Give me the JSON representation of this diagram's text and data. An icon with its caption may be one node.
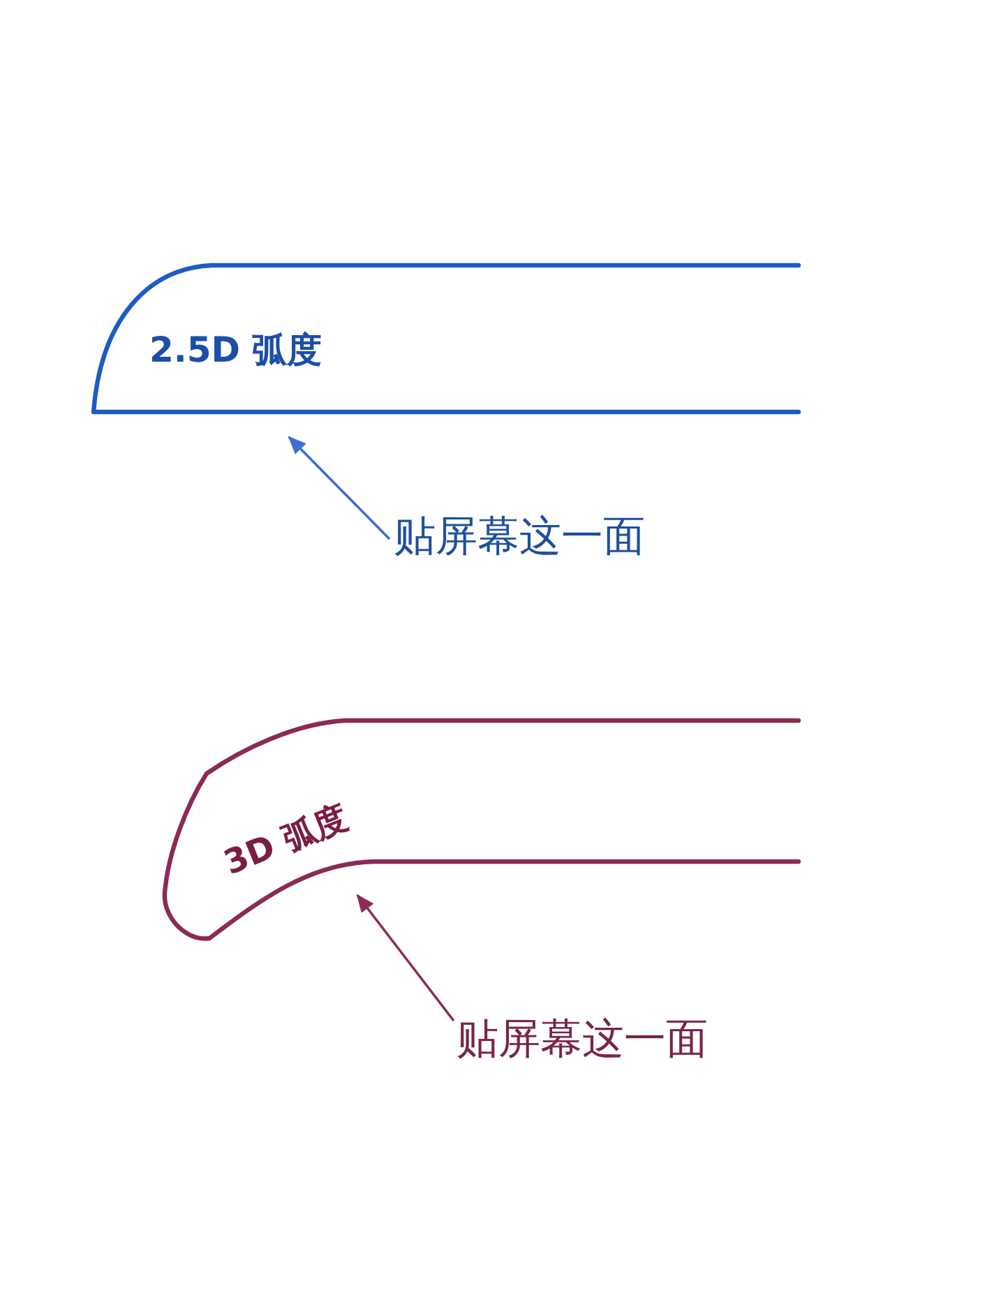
{
  "diagram": {
    "nodes": [
      {
        "text": [
          "2.5D 弧度"
        ]
      },
      {
        "text": [
          "贴屏幕这一面"
        ]
      },
      {
        "text": [
          "3D 弧度"
        ]
      },
      {
        "text": [
          "贴屏幕这一面"
        ]
      }
    ],
    "edges": [
      {
        "from": 1,
        "to": 0,
        "arrow": "to",
        "color": "#3b6fd6"
      },
      {
        "from": 3,
        "to": 2,
        "arrow": "to",
        "color": "#8a2d56"
      }
    ]
  }
}
